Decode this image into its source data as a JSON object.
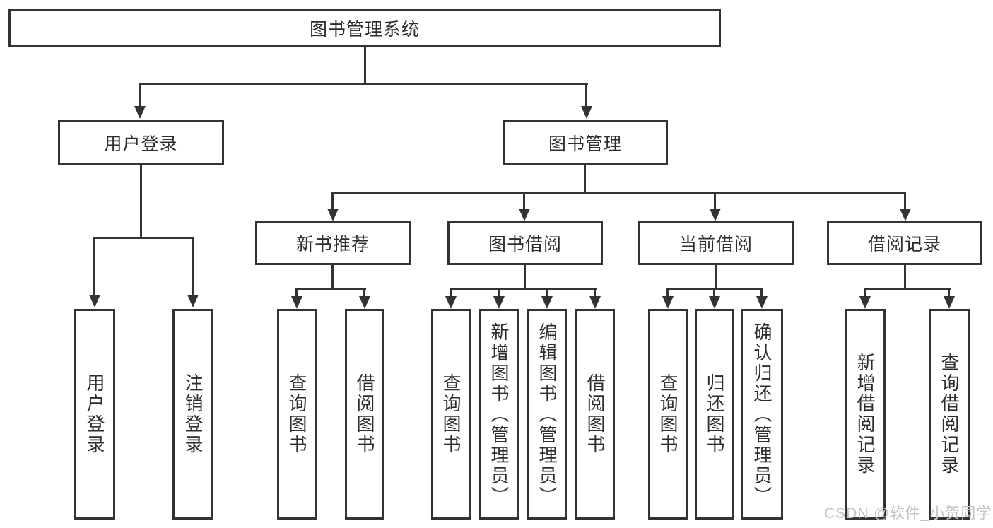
{
  "diagram_type": "hierarchy-tree",
  "tree": {
    "label": "图书管理系统",
    "children": [
      {
        "label": "用户登录",
        "children": [
          {
            "label": "用户登录"
          },
          {
            "label": "注销登录"
          }
        ]
      },
      {
        "label": "图书管理",
        "children": [
          {
            "label": "新书推荐",
            "children": [
              {
                "label": "查询图书"
              },
              {
                "label": "借阅图书"
              }
            ]
          },
          {
            "label": "图书借阅",
            "children": [
              {
                "label": "查询图书"
              },
              {
                "label": "新增图书（管理员）"
              },
              {
                "label": "编辑图书（管理员）"
              },
              {
                "label": "借阅图书"
              }
            ]
          },
          {
            "label": "当前借阅",
            "children": [
              {
                "label": "查询图书"
              },
              {
                "label": "归还图书"
              },
              {
                "label": "确认归还（管理员）"
              }
            ]
          },
          {
            "label": "借阅记录",
            "children": [
              {
                "label": "新增借阅记录"
              },
              {
                "label": "查询借阅记录"
              }
            ]
          }
        ]
      }
    ]
  },
  "watermark": {
    "text": "CSDN @软件_小贺同学"
  },
  "colors": {
    "line": "#333333",
    "text": "#2d2d2d",
    "background": "#ffffff",
    "watermark": "#c4c4c4"
  }
}
